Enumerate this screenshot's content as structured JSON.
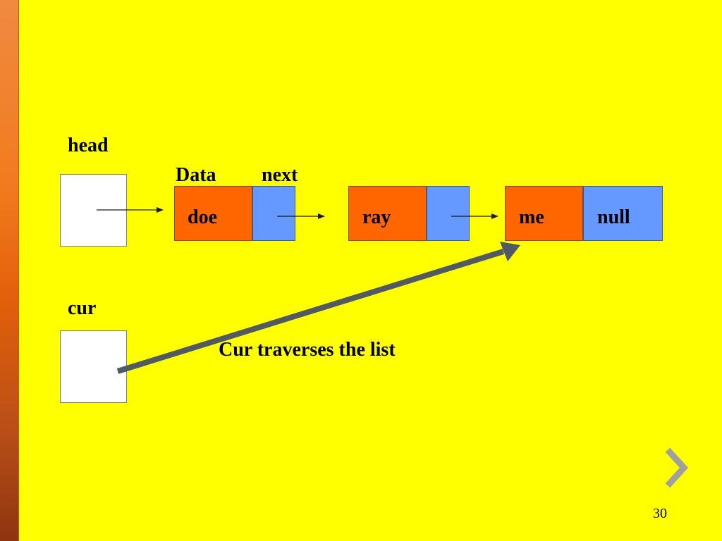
{
  "labels": {
    "head": "head",
    "cur": "cur",
    "data_header": "Data",
    "next_header": "next",
    "caption": "Cur  traverses the list"
  },
  "nodes": [
    {
      "data": "doe",
      "next": ""
    },
    {
      "data": "ray",
      "next": ""
    },
    {
      "data": "me",
      "next": "null"
    }
  ],
  "footer": {
    "page_number": "30",
    "nav_icon": "chevron-right-icon"
  },
  "colors": {
    "background": "#FFFF00",
    "data_cell": "#FF6600",
    "next_cell": "#6699FF",
    "traversal_arrow": "#4F5A66",
    "nav_chevron": "#A0A0A0"
  }
}
